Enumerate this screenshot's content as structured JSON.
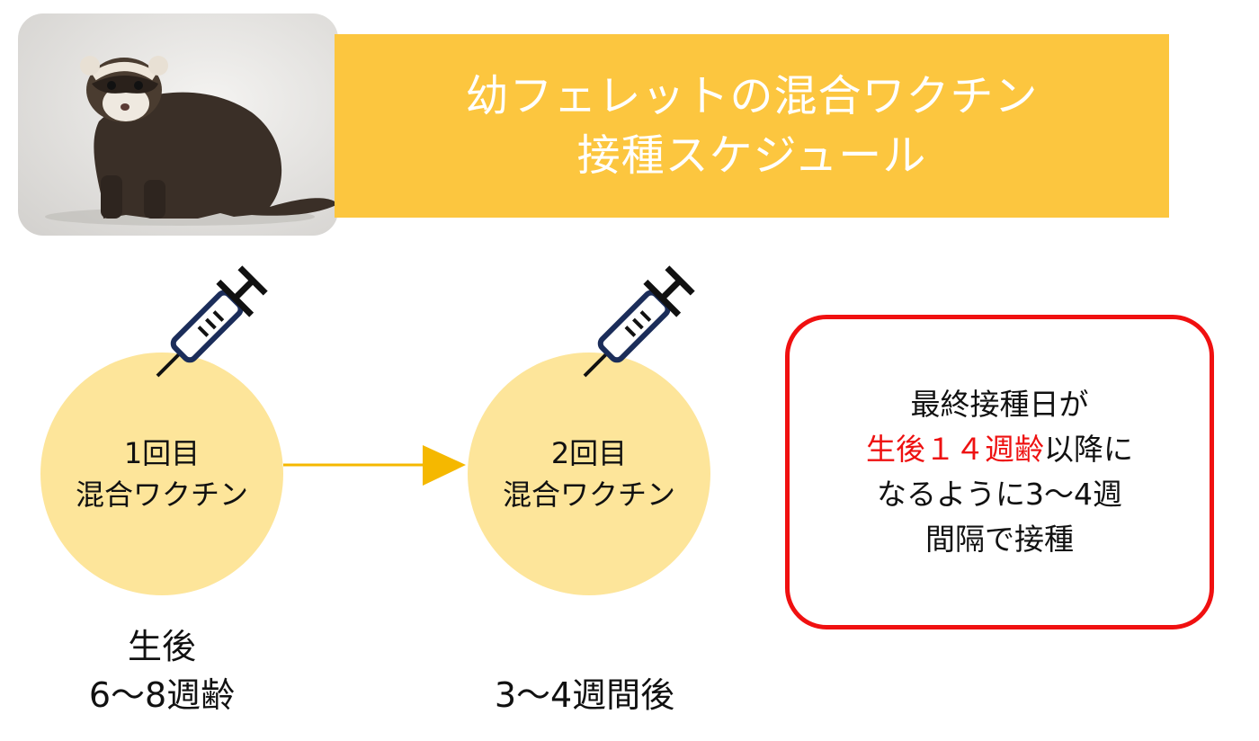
{
  "title": {
    "line1": "幼フェレットの混合ワクチン",
    "line2": "接種スケジュール"
  },
  "doses": [
    {
      "line1": "1回目",
      "line2": "混合ワクチン",
      "timing_line1": "生後",
      "timing_line2": "6～8週齢"
    },
    {
      "line1": "2回目",
      "line2": "混合ワクチン",
      "timing_line1": "",
      "timing_line2": "3～4週間後"
    }
  ],
  "note": {
    "line1": "最終接種日が",
    "line2_highlight": "生後１４週齢",
    "line2_rest": "以降に",
    "line3": "なるように3～4週",
    "line4": "間隔で接種"
  },
  "colors": {
    "banner": "#fcc63f",
    "circle": "#fde59a",
    "arrow": "#f5b800",
    "note_border": "#f01010",
    "highlight": "#ee1111",
    "syringe": "#1b2d5a"
  }
}
